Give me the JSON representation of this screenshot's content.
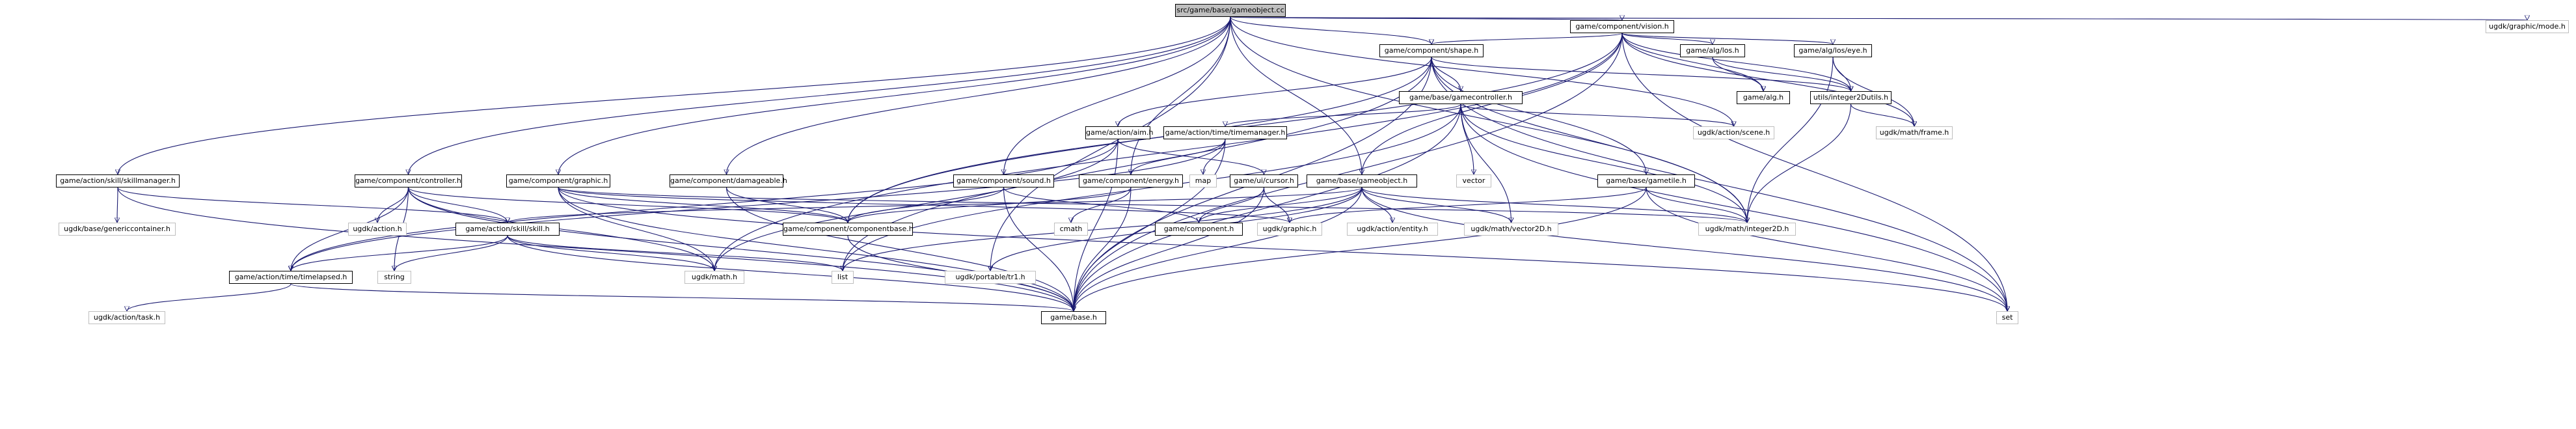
{
  "colors": {
    "edge": "#191970",
    "root_fill": "#bfbfbf",
    "internal_border": "#000000",
    "external_border": "#bfbfbf"
  },
  "nodes": {
    "root": "src/game/base/gameobject.cc",
    "mode": "ugdk/graphic/mode.h",
    "vision": "game/component/vision.h",
    "shape": "game/component/shape.h",
    "los": "game/alg/los.h",
    "eye": "game/alg/los/eye.h",
    "gamecontroller": "game/base/gamecontroller.h",
    "alg": "game/alg.h",
    "integer2dutils": "utils/integer2Dutils.h",
    "frame": "ugdk/math/frame.h",
    "aim": "game/action/aim.h",
    "timemanager": "game/action/time/timemanager.h",
    "scene": "ugdk/action/scene.h",
    "skillmanager": "game/action/skill/skillmanager.h",
    "controller": "game/component/controller.h",
    "graphic": "game/component/graphic.h",
    "damageable": "game/component/damageable.h",
    "sound": "game/component/sound.h",
    "energy": "game/component/energy.h",
    "map": "map",
    "cursor": "game/ui/cursor.h",
    "vector": "vector",
    "gameobject": "game/base/gameobject.h",
    "gametile": "game/base/gametile.h",
    "genericcontainer": "ugdk/base/genericcontainer.h",
    "ugdkaction": "ugdk/action.h",
    "skill": "game/action/skill/skill.h",
    "string": "string",
    "componentbase": "game/component/componentbase.h",
    "cmath": "cmath",
    "component": "game/component.h",
    "graphich": "ugdk/graphic.h",
    "entity": "ugdk/action/entity.h",
    "vector2d": "ugdk/math/vector2D.h",
    "integer2d": "ugdk/math/integer2D.h",
    "timelapsed": "game/action/time/timelapsed.h",
    "mathh": "ugdk/math.h",
    "list": "list",
    "portable": "ugdk/portable/tr1.h",
    "task": "ugdk/action/task.h",
    "base": "game/base.h",
    "set": "set"
  }
}
